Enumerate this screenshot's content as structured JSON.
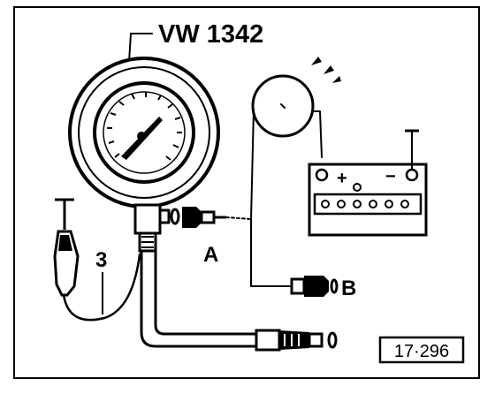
{
  "diagram": {
    "tool_label": "VW 1342",
    "callout_a": "A",
    "callout_b": "B",
    "callout_3": "3",
    "battery_plus": "+",
    "battery_minus": "−",
    "figure_code": "17·296"
  }
}
